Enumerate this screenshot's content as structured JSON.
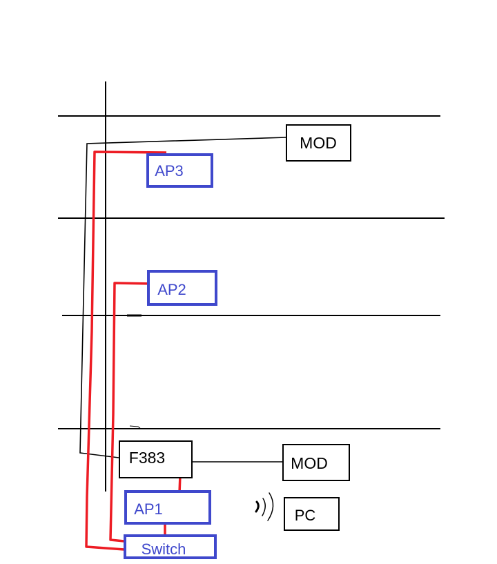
{
  "colors": {
    "black": "#000000",
    "blue": "#3f48cc",
    "red": "#ed1c24",
    "background": "#ffffff"
  },
  "nodes": {
    "mod_top": {
      "label": "MOD",
      "style": "black"
    },
    "ap3": {
      "label": "AP3",
      "style": "blue"
    },
    "ap2": {
      "label": "AP2",
      "style": "blue"
    },
    "router": {
      "label": "F383",
      "style": "black"
    },
    "mod_bottom": {
      "label": "MOD",
      "style": "black"
    },
    "ap1": {
      "label": "AP1",
      "style": "blue"
    },
    "pc": {
      "label": "PC",
      "style": "black"
    },
    "switch": {
      "label": "Switch",
      "style": "blue"
    }
  },
  "links": [
    {
      "from": "mod_top",
      "to": "router",
      "cable": "black"
    },
    {
      "from": "router",
      "to": "mod_bottom",
      "cable": "black"
    },
    {
      "from": "switch",
      "to": "ap3",
      "cable": "red"
    },
    {
      "from": "switch",
      "to": "ap2",
      "cable": "red"
    },
    {
      "from": "router",
      "to": "ap1",
      "cable": "red"
    },
    {
      "from": "ap1",
      "to": "switch",
      "cable": "red"
    }
  ],
  "wireless": {
    "target": "pc",
    "icon": "wifi-waves-icon"
  }
}
